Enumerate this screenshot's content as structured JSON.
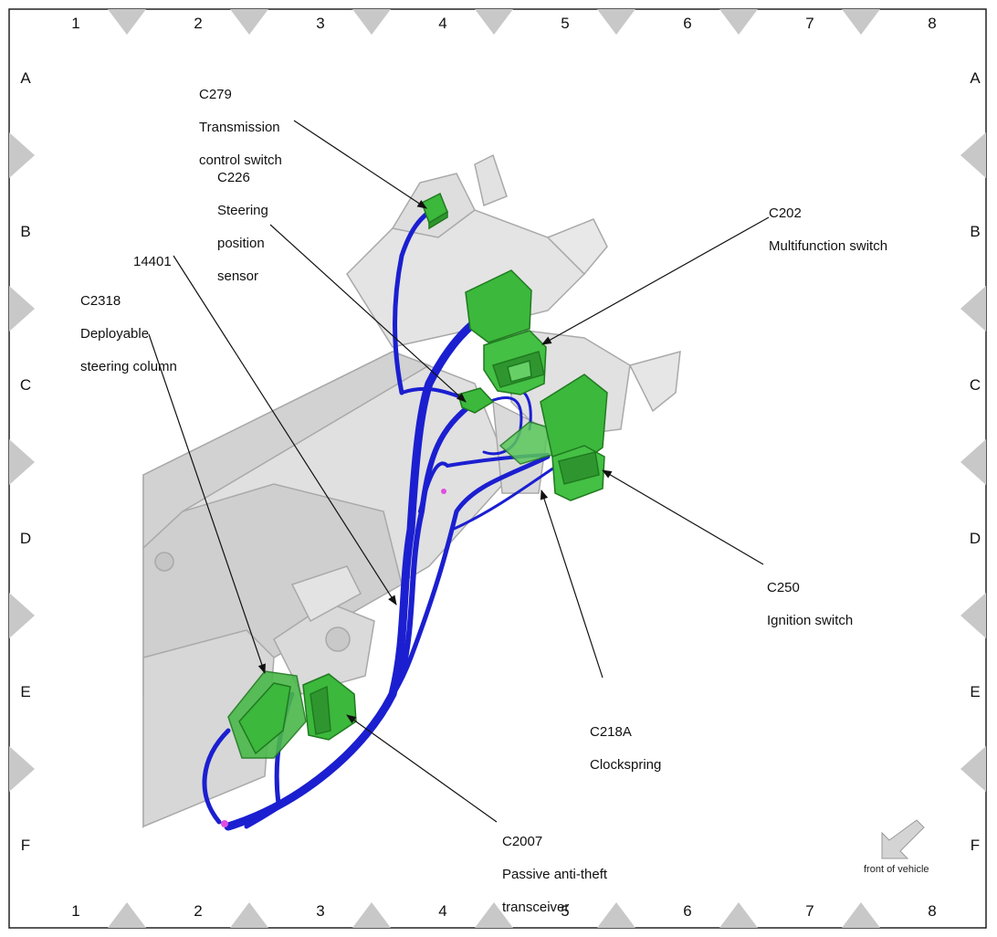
{
  "grid": {
    "columns": [
      "1",
      "2",
      "3",
      "4",
      "5",
      "6",
      "7",
      "8"
    ],
    "rows": [
      "A",
      "B",
      "C",
      "D",
      "E",
      "F"
    ]
  },
  "callouts": {
    "c279": {
      "id": "C279",
      "lines": [
        "Transmission",
        "control switch"
      ]
    },
    "c226": {
      "id": "C226",
      "lines": [
        "Steering",
        "position",
        "sensor"
      ]
    },
    "c202": {
      "id": "C202",
      "lines": [
        "Multifunction switch"
      ]
    },
    "h14401": {
      "id": "14401",
      "lines": []
    },
    "c2318": {
      "id": "C2318",
      "lines": [
        "Deployable",
        "steering column"
      ]
    },
    "c250": {
      "id": "C250",
      "lines": [
        "Ignition switch"
      ]
    },
    "c218a": {
      "id": "C218A",
      "lines": [
        "Clockspring"
      ]
    },
    "c2007": {
      "id": "C2007",
      "lines": [
        "Passive anti-theft",
        "transceiver"
      ]
    }
  },
  "orientation": {
    "label": "front of vehicle"
  },
  "colors": {
    "harness": "#1b1fd0",
    "connector": "#3cb83c",
    "connector_dark": "#1f7a1f",
    "component": "#d9d9d9",
    "component_edge": "#a9a9a9",
    "grid_marker": "#c8c8c8"
  }
}
